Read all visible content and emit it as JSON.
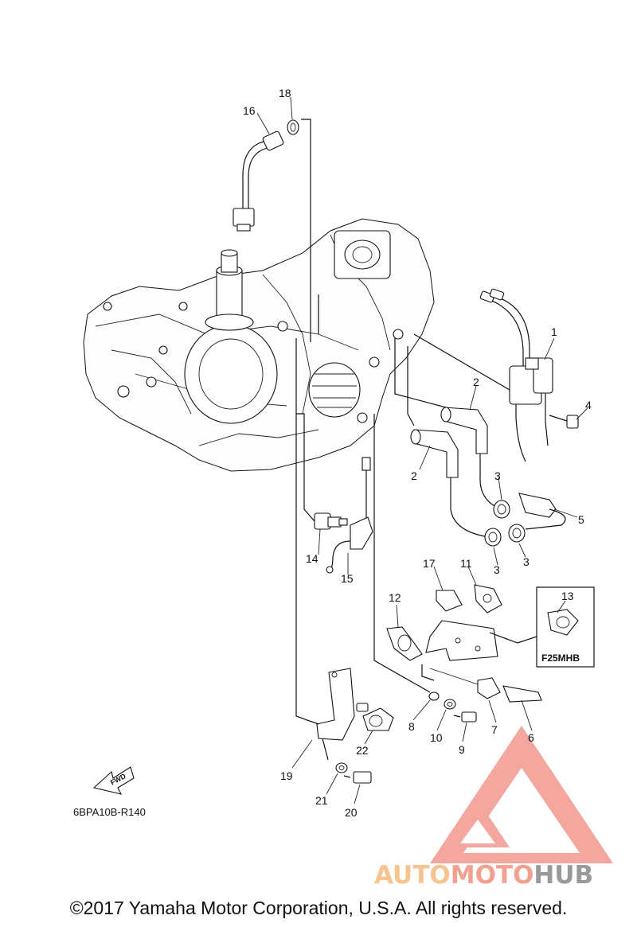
{
  "diagram": {
    "code": "6BPA10B-R140",
    "fwd_label": "FWD",
    "inset_label": "F25MHB",
    "callouts": [
      {
        "id": "c1",
        "label": "1"
      },
      {
        "id": "c2a",
        "label": "2"
      },
      {
        "id": "c2b",
        "label": "2"
      },
      {
        "id": "c3a",
        "label": "3"
      },
      {
        "id": "c3b",
        "label": "3"
      },
      {
        "id": "c3c",
        "label": "3"
      },
      {
        "id": "c4",
        "label": "4"
      },
      {
        "id": "c5",
        "label": "5"
      },
      {
        "id": "c6",
        "label": "6"
      },
      {
        "id": "c7",
        "label": "7"
      },
      {
        "id": "c8",
        "label": "8"
      },
      {
        "id": "c9",
        "label": "9"
      },
      {
        "id": "c10",
        "label": "10"
      },
      {
        "id": "c11",
        "label": "11"
      },
      {
        "id": "c12",
        "label": "12"
      },
      {
        "id": "c13",
        "label": "13"
      },
      {
        "id": "c14",
        "label": "14"
      },
      {
        "id": "c15",
        "label": "15"
      },
      {
        "id": "c16",
        "label": "16"
      },
      {
        "id": "c17",
        "label": "17"
      },
      {
        "id": "c18",
        "label": "18"
      },
      {
        "id": "c19",
        "label": "19"
      },
      {
        "id": "c20",
        "label": "20"
      },
      {
        "id": "c21",
        "label": "21"
      },
      {
        "id": "c22",
        "label": "22"
      }
    ]
  },
  "watermark": {
    "part1": "AUTO",
    "part2": "MOTO",
    "part3": "HUB",
    "color1": "#f7c38f",
    "color2": "#f2a090",
    "color3": "#9a9a9a",
    "logo_color": "#f08a80"
  },
  "footer": {
    "copyright": "©2017 Yamaha Motor Corporation, U.S.A. All rights reserved."
  }
}
